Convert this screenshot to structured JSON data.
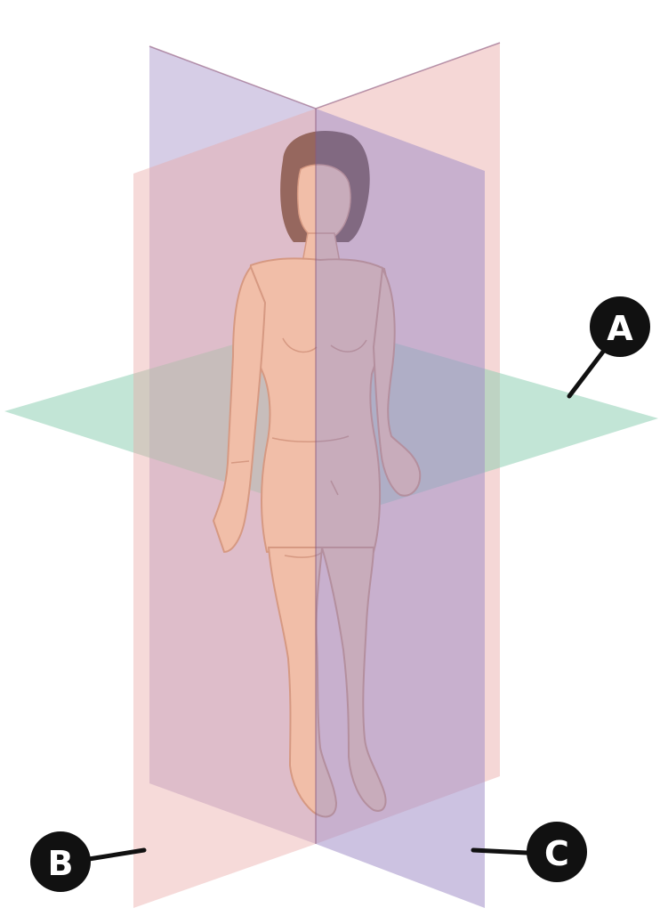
{
  "diagram": {
    "labels": {
      "a": "A",
      "b": "B",
      "c": "C"
    },
    "planes": {
      "transverse_color": "#8fd0b4",
      "sagittal_color": "#e9a6a4",
      "frontal_color": "#a390c8"
    },
    "figure": {
      "skin_color": "#f6cfab",
      "skin_outline": "#c98f6a",
      "hair_color": "#5a3a2c"
    }
  }
}
